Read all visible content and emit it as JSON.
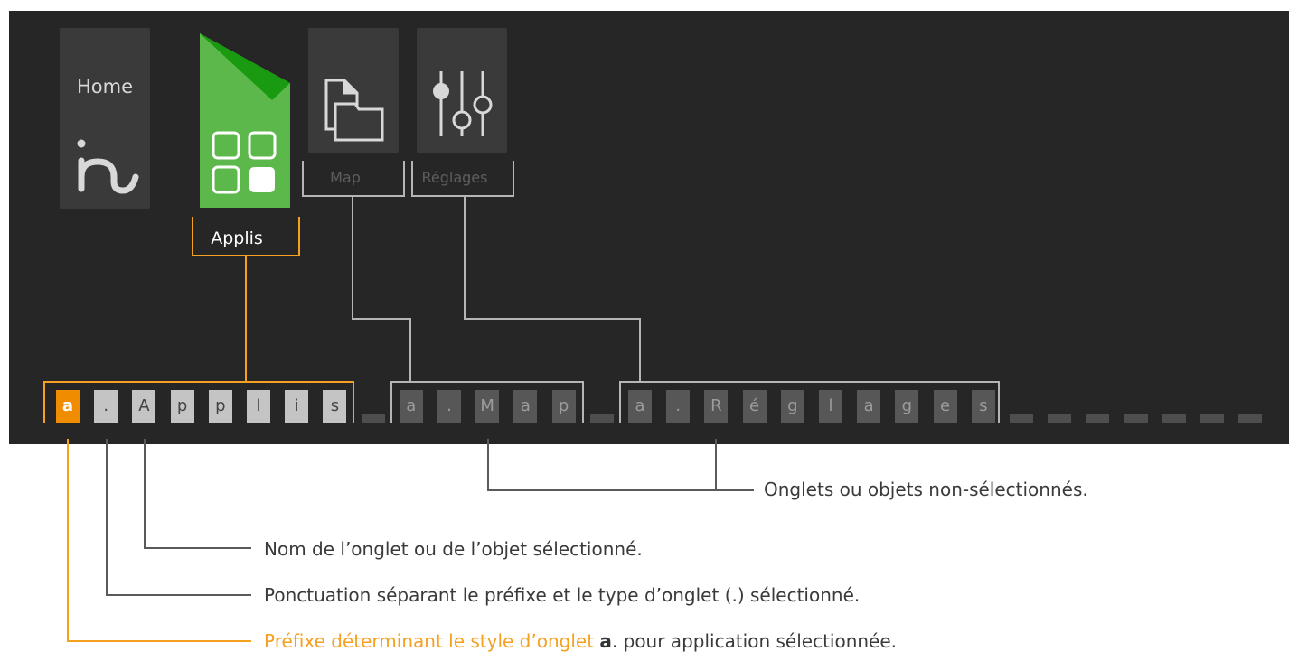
{
  "tiles": {
    "home": {
      "label": "Home",
      "icon": "in-logo-icon"
    },
    "applis": {
      "label": "Applis",
      "icon": "apps-grid-icon"
    },
    "map": {
      "label": "Map",
      "icon": "folder-icon"
    },
    "reglages": {
      "label": "Réglages",
      "icon": "sliders-icon"
    }
  },
  "tabbar": {
    "applis_cells": [
      "a",
      ".",
      "A",
      "p",
      "p",
      "l",
      "i",
      "s"
    ],
    "map_cells": [
      "a",
      ".",
      "M",
      "a",
      "p"
    ],
    "reglages_cells": [
      "a",
      ".",
      "R",
      "é",
      "g",
      "l",
      "a",
      "g",
      "e",
      "s"
    ]
  },
  "captions": {
    "unselected": "Onglets ou objets non-sélectionnés.",
    "name": "Nom de l’onglet ou de l’objet sélectionné.",
    "punctuation": "Ponctuation séparant le préfixe et le type d’onglet (.) sélectionné.",
    "prefix_before": "Préfixe déterminant le style d’onglet ",
    "prefix_bold": "a",
    "prefix_after": ". pour application sélectionnée."
  },
  "colors": {
    "panel": "#262626",
    "selected_accent": "#f08c00",
    "applis_green": "#5cb84a",
    "applis_dark_green": "#1a9a10"
  }
}
